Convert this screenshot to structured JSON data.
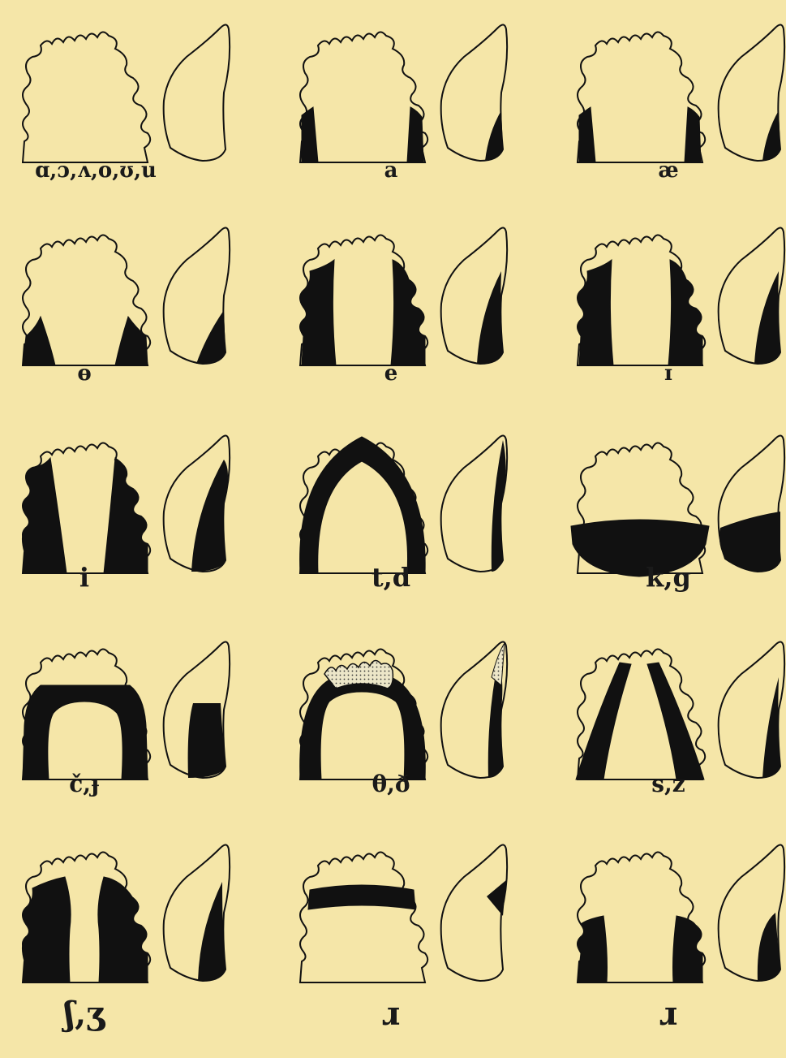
{
  "plate": {
    "background": "#f5e6a8",
    "ink": "#111111",
    "stipple": "#ece6c8"
  },
  "panels": [
    {
      "label": "ɑ,ɔ,ʌ,o,ʊ,u",
      "contact": "none"
    },
    {
      "label": "a",
      "contact": "back-sides"
    },
    {
      "label": "æ",
      "contact": "back-sides"
    },
    {
      "label": "ɵ",
      "contact": "back-corners"
    },
    {
      "label": "e",
      "contact": "sides"
    },
    {
      "label": "ɪ",
      "contact": "sides"
    },
    {
      "label": "i",
      "contact": "sides-wide"
    },
    {
      "label": "t,d",
      "contact": "arch"
    },
    {
      "label": "k,g",
      "contact": "velar"
    },
    {
      "label": "č,ɟ",
      "contact": "palatal-arch"
    },
    {
      "label": "θ,ð",
      "contact": "arch-dental"
    },
    {
      "label": "s,z",
      "contact": "groove"
    },
    {
      "label": "ʃ,ʒ",
      "contact": "wide-groove"
    },
    {
      "label": "ɹ",
      "contact": "band"
    },
    {
      "label": "ɹ",
      "contact": "sides-back"
    }
  ]
}
